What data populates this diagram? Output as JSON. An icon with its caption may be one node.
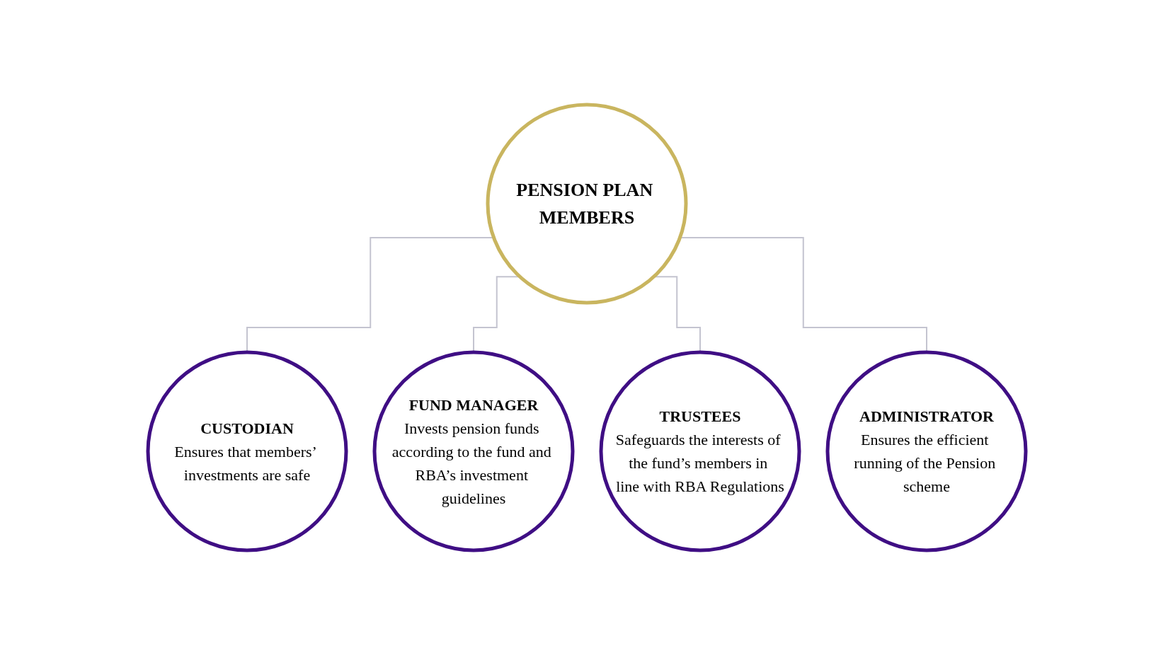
{
  "diagram": {
    "nodes": [
      {
        "text": [
          "PENSION PLAN MEMBERS"
        ]
      },
      {
        "text": [
          "CUSTODIAN",
          "Ensures that members’ investments are safe"
        ]
      },
      {
        "text": [
          "FUND MANAGER",
          "Invests pension funds according to the fund and RBA’s investment guidelines"
        ]
      },
      {
        "text": [
          "TRUSTEES",
          "Safeguards the interests of the fund’s members in line with RBA Regulations"
        ]
      },
      {
        "text": [
          "ADMINISTRATOR",
          "Ensures the efficient running of the Pension scheme"
        ]
      }
    ],
    "edges": [
      {
        "from": 0,
        "to": 1,
        "arrow": "none"
      },
      {
        "from": 0,
        "to": 2,
        "arrow": "none"
      },
      {
        "from": 0,
        "to": 3,
        "arrow": "none"
      },
      {
        "from": 0,
        "to": 4,
        "arrow": "none"
      }
    ]
  }
}
